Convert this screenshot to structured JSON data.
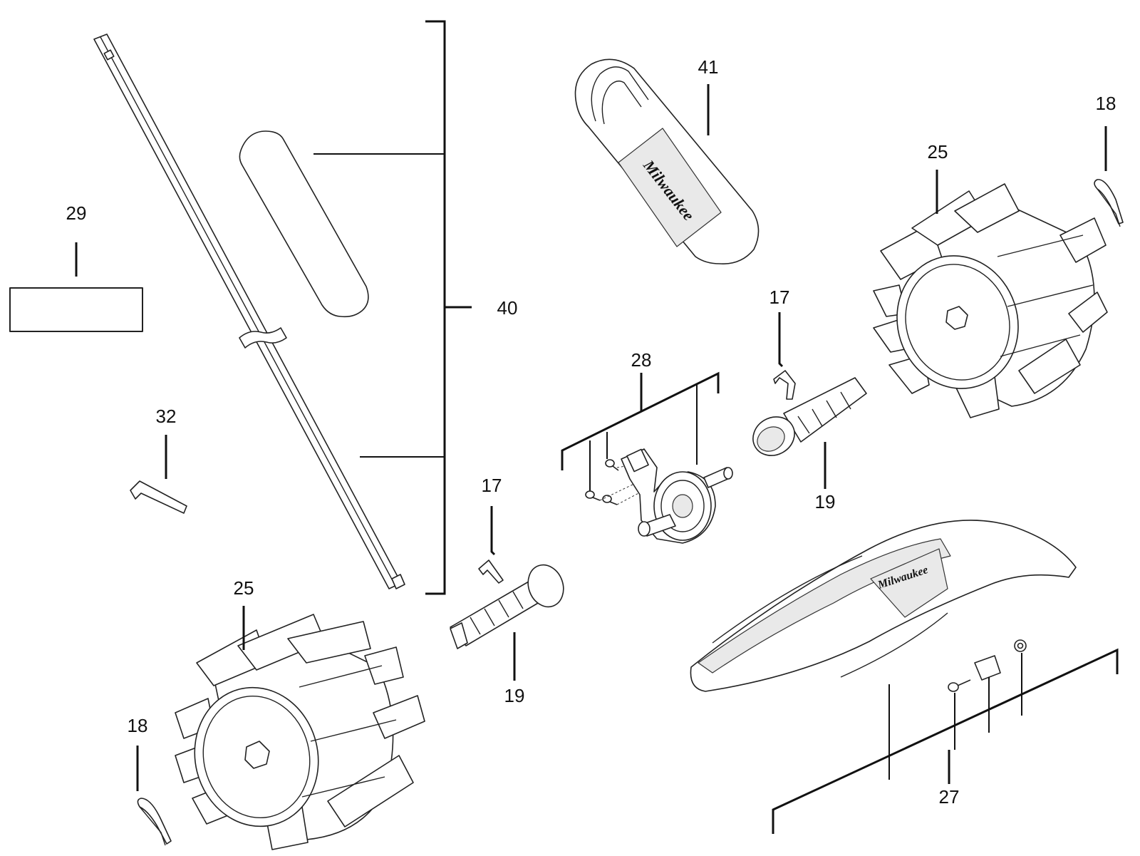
{
  "diagram": {
    "callouts": {
      "c17_top": "17",
      "c17_bottom": "17",
      "c18_top": "18",
      "c18_bottom": "18",
      "c19_top": "19",
      "c19_bottom": "19",
      "c25_top": "25",
      "c25_bottom": "25",
      "c27": "27",
      "c28": "28",
      "c29": "29",
      "c32": "32",
      "c40": "40",
      "c41": "41"
    },
    "brand": "Milwaukee"
  }
}
